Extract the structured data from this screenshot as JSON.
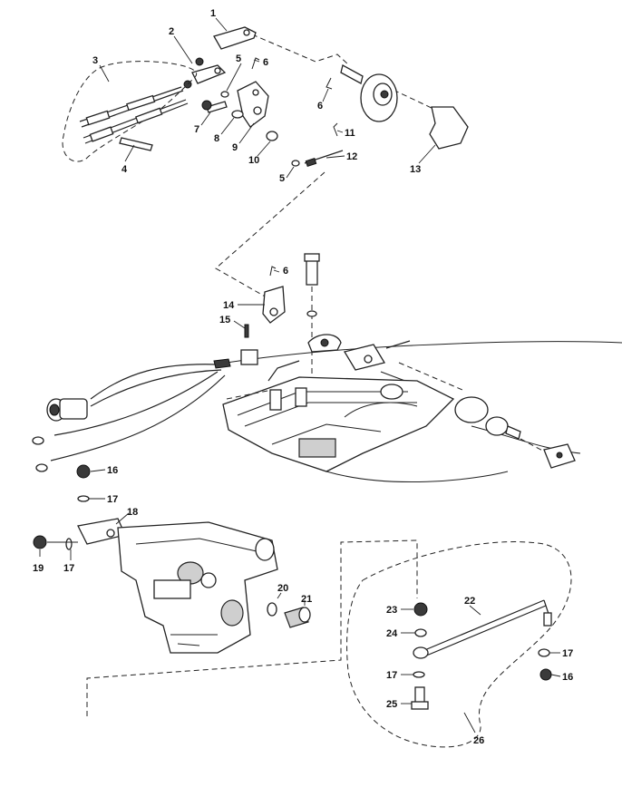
{
  "diagram": {
    "callouts": {
      "c1": "1",
      "c2": "2",
      "c3": "3",
      "c4": "4",
      "c5a": "5",
      "c5b": "5",
      "c6a": "6",
      "c6b": "6",
      "c6c": "6",
      "c7": "7",
      "c8": "8",
      "c9": "9",
      "c10": "10",
      "c11": "11",
      "c12": "12",
      "c13": "13",
      "c14": "14",
      "c15": "15",
      "c16a": "16",
      "c16b": "16",
      "c17a": "17",
      "c17b": "17",
      "c17c": "17",
      "c17d": "17",
      "c18": "18",
      "c19": "19",
      "c20": "20",
      "c21": "21",
      "c22": "22",
      "c23": "23",
      "c24": "24",
      "c25": "25",
      "c26": "26"
    }
  }
}
